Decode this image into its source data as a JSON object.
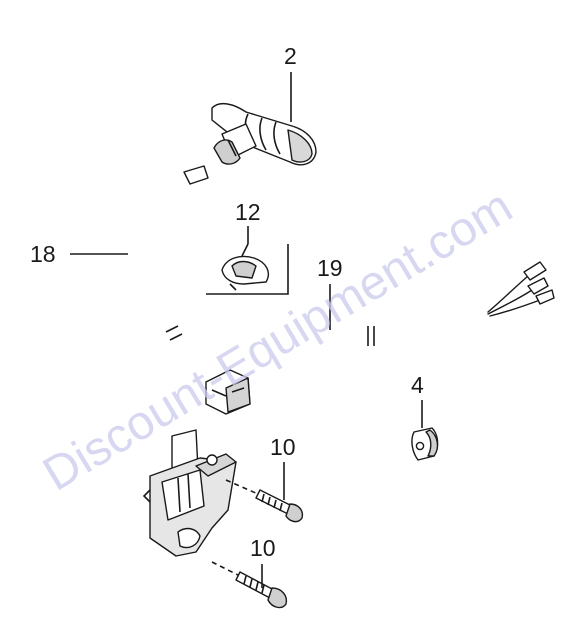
{
  "callouts": {
    "part_2": "2",
    "part_12": "12",
    "part_18": "18",
    "part_19": "19",
    "part_4": "4",
    "part_10_upper": "10",
    "part_10_lower": "10"
  },
  "watermark": "Discount-Equipment.com",
  "colors": {
    "line": "#1a1a1a",
    "part_fill": "#ffffff",
    "shade": "#cfcfcf",
    "watermark": "#c9c9ee"
  }
}
